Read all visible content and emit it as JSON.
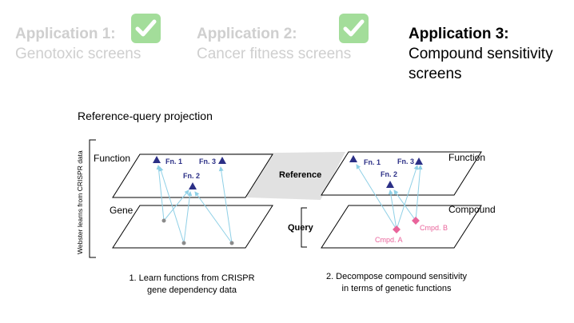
{
  "applications": [
    {
      "title": "Application 1:",
      "subtitle": "Genotoxic screens",
      "status": "done",
      "check_icon": "check-icon"
    },
    {
      "title": "Application 2:",
      "subtitle": "Cancer fitness screens",
      "status": "done",
      "check_icon": "check-icon"
    },
    {
      "title": "Application 3:",
      "subtitle_lines": [
        "Compound sensitivity",
        "screens"
      ],
      "status": "active"
    }
  ],
  "diagram": {
    "heading": "Reference-query projection",
    "side_label": "Webster learns from CRISPR data",
    "left": {
      "function_label": "Function",
      "gene_label": "Gene",
      "fn1": "Fn. 1",
      "fn2": "Fn. 2",
      "fn3": "Fn. 3",
      "caption_lines": [
        "1. Learn functions from CRISPR",
        "gene dependency data"
      ]
    },
    "right": {
      "function_label": "Function",
      "compound_label": "Compound",
      "fn1": "Fn. 1",
      "fn2": "Fn. 2",
      "fn3": "Fn. 3",
      "cmpd_a": "Cmpd. A",
      "cmpd_b": "Cmpd. B",
      "caption_lines": [
        "2. Decompose compound sensitivity",
        "in terms of genetic functions"
      ]
    },
    "reference_label": "Reference",
    "query_label": "Query"
  },
  "colors": {
    "triangle": "#2b2f86",
    "compound": "#e9649b",
    "arrow": "#8fd0e6",
    "gene_dot": "#8a8a8a",
    "check_bg": "#a3dd9a",
    "inactive_text": "#cfcfcf"
  }
}
